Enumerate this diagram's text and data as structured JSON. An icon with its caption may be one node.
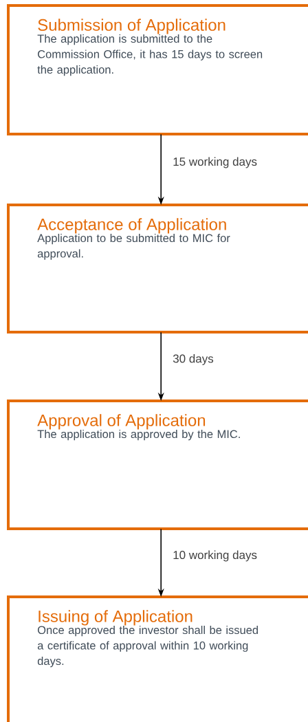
{
  "diagram": {
    "nodes": [
      {
        "text": [
          "Submission of Application",
          "The application is submitted to the Commission Office, it has 15 days to screen the application."
        ]
      },
      {
        "text": [
          "Acceptance of Application",
          "Application to be submitted to MIC for approval."
        ]
      },
      {
        "text": [
          "Approval of Application",
          "The application is approved by the MIC."
        ]
      },
      {
        "text": [
          "Issuing of Application",
          "Once approved the investor shall be issued a certificate of approval within 10 working days."
        ]
      }
    ],
    "edges": [
      {
        "from": 0,
        "to": 1,
        "arrow": "to",
        "label": "15 working days"
      },
      {
        "from": 1,
        "to": 2,
        "arrow": "to",
        "label": "30 days"
      },
      {
        "from": 2,
        "to": 3,
        "arrow": "to",
        "label": "10 working days"
      }
    ]
  }
}
